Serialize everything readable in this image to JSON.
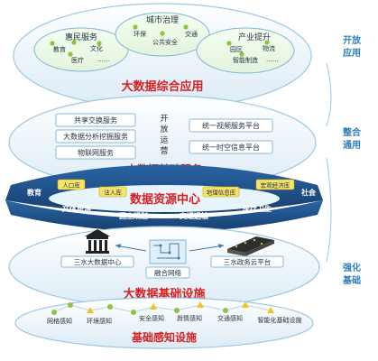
{
  "colors": {
    "accent_blue": "#2f7fb8",
    "title_red": "#d81e1e",
    "dark_band": "#1c4f86",
    "light_band": "#e8f4fb",
    "node_green": "#8cc43e",
    "node_yellow": "#f0c419",
    "box_border": "#8ab8d8"
  },
  "application_layer": {
    "groups": [
      {
        "title": "惠民服务",
        "items": [
          "教育",
          "文化",
          "医疗",
          "……"
        ]
      },
      {
        "title": "城市治理",
        "items": [
          "环保",
          "交通",
          "公共安全"
        ]
      },
      {
        "title": "产业提升",
        "items": [
          "园区",
          "物流",
          "智能制造",
          "……"
        ]
      }
    ],
    "banner": "大数据综合应用",
    "side_label": [
      "开放",
      "应用"
    ]
  },
  "integration_layer": {
    "left_services": [
      "共享交换服务",
      "大数据分析挖掘服务",
      "物联网服务"
    ],
    "center_label": [
      "开",
      "放",
      "运",
      "营"
    ],
    "right_services": [
      "统一视频服务平台",
      "统一时空信息平台"
    ],
    "banner": "大数据基础服务",
    "side_label": [
      "整合",
      "通用"
    ]
  },
  "resource_center": {
    "title": "数据资源中心",
    "ring_words": [
      "经济",
      "教育",
      "文体旅游",
      "国土规划",
      "交通运输",
      "医疗卫生",
      "社会",
      "环境"
    ],
    "libraries": [
      "人口库",
      "法人库",
      "地理信息库",
      "宏观经济库"
    ]
  },
  "infrastructure_layer": {
    "nodes": [
      "三水大数据中心",
      "融合网络",
      "三水政务云平台"
    ],
    "banner": "大数据基础设施",
    "side_label": [
      "强化",
      "基础"
    ]
  },
  "sensing_layer": {
    "items": [
      "网格感知",
      "环境感知",
      "安全感知",
      "舆情感知",
      "交通感知",
      "智能化基础设施"
    ],
    "banner": "基础感知设施"
  }
}
